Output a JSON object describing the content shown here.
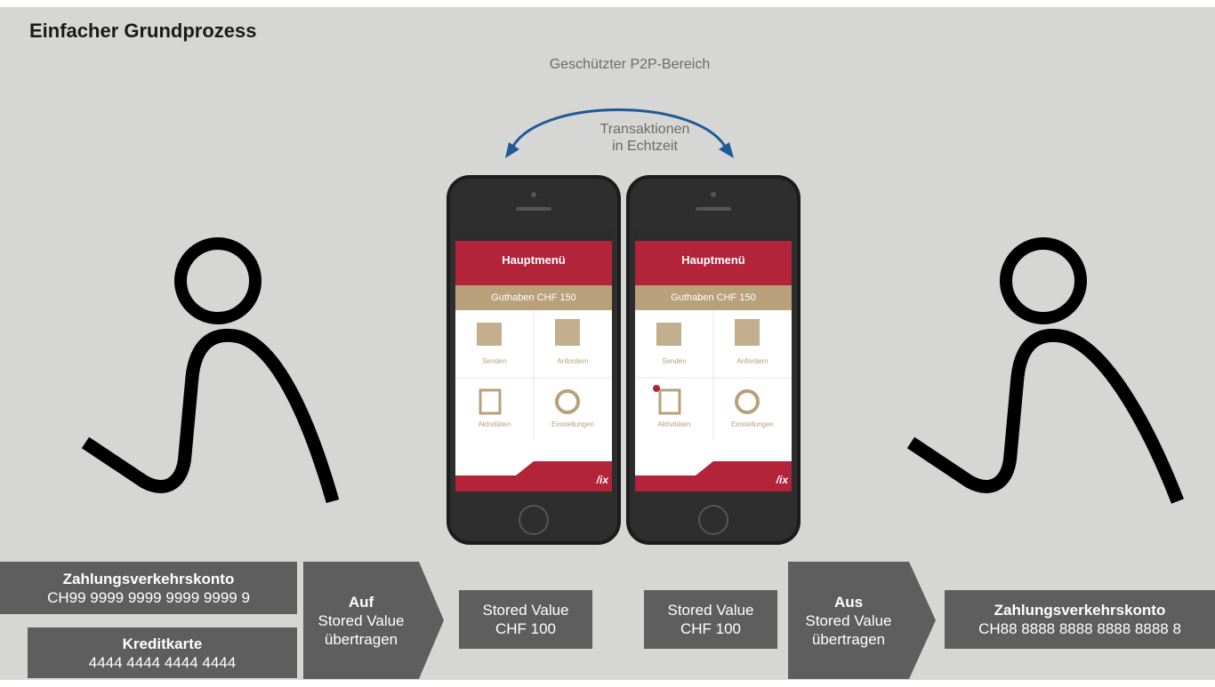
{
  "title": "Einfacher Grundprozess",
  "protected_area_label": "Geschützter P2P-Bereich",
  "transaction_label_line1": "Transaktionen",
  "transaction_label_line2": "in Echtzeit",
  "phones": [
    {
      "header": "Hauptmenü",
      "balance": "Guthaben  CHF 150",
      "menu": [
        "Senden",
        "Anfordern",
        "Aktivitäten",
        "Einstellungen"
      ],
      "brand": "/ix"
    },
    {
      "header": "Hauptmenü",
      "balance": "Guthaben  CHF 150",
      "menu": [
        "Senden",
        "Anfordern",
        "Aktivitäten",
        "Einstellungen"
      ],
      "brand": "/ix"
    }
  ],
  "left": {
    "account_title": "Zahlungsverkehrskonto",
    "account_number": "CH99 9999 9999 9999 9999 9",
    "card_title": "Kreditkarte",
    "card_number": "4444 4444 4444 4444",
    "arrow_line1": "Auf",
    "arrow_line2": "Stored Value",
    "arrow_line3": "übertragen",
    "stored_value_line1": "Stored Value",
    "stored_value_line2": "CHF 100"
  },
  "right": {
    "stored_value_line1": "Stored Value",
    "stored_value_line2": "CHF 100",
    "arrow_line1": "Aus",
    "arrow_line2": "Stored Value",
    "arrow_line3": "übertragen",
    "account_title": "Zahlungsverkehrskonto",
    "account_number": "CH88 8888 8888 8888 8888 8"
  },
  "colors": {
    "background": "#d6d6d4",
    "box": "#5e5e5e",
    "arrow": "#1f5a96",
    "phone_red": "#b3243a",
    "phone_gold": "#b8a07a"
  }
}
